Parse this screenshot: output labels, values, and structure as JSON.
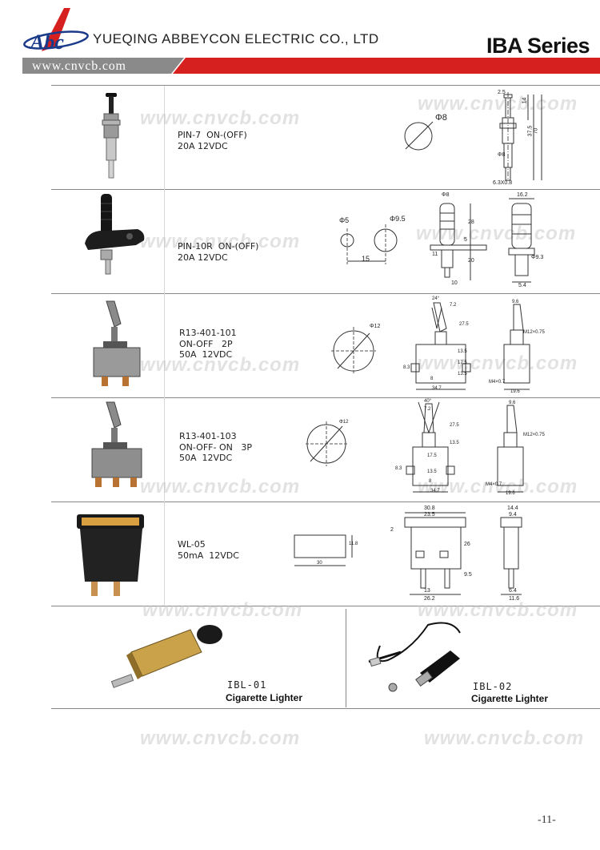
{
  "header": {
    "company": "YUEQING ABBEYCON ELECTRIC CO., LTD",
    "series": "IBA Series",
    "website": "www.cnvcb.com",
    "logo_text": "Abc",
    "colors": {
      "accent_red": "#d62020",
      "bar_gray": "#8a8a8a",
      "logo_blue": "#1a3a8a"
    }
  },
  "products": [
    {
      "spec": "PIN-7  ON-(OFF)\n20A 12VDC"
    },
    {
      "spec": "PIN-10R  ON-(OFF)\n20A 12VDC"
    },
    {
      "spec": "R13-401-101\nON-OFF   2P\n50A  12VDC"
    },
    {
      "spec": "R13-401-103\nON-OFF- ON   3P\n50A  12VDC"
    },
    {
      "spec": "WL-05\n50mA  12VDC"
    }
  ],
  "lighters": [
    {
      "model": "IBL-01",
      "name": "Cigarette Lighter"
    },
    {
      "model": "IBL-02",
      "name": "Cigarette Lighter"
    }
  ],
  "watermark": "www.cnvcb.com",
  "page_number": "-11-",
  "dims": {
    "pin7": {
      "phi_face": "Φ8",
      "top": "2.5",
      "d1": "14",
      "d2": "37.5",
      "d3": "70",
      "phi_shaft": "Φ8",
      "term": "6.3X0.8"
    },
    "pin10r": {
      "phi5": "Φ5",
      "phi95": "Φ9.5",
      "span": "15",
      "phi8": "Φ8",
      "h28": "28",
      "h5": "5",
      "h11": "11",
      "h20": "20",
      "w10": "10",
      "w162": "16.2",
      "phi93": "Φ9.3",
      "w54": "5.4"
    },
    "r13_101": {
      "phi": "Φ12",
      "angle": "24°",
      "d72": "7.2",
      "d275": "27.5",
      "w96": "9.6",
      "m12": "M12×0.75",
      "d135": "13.5",
      "d175": "17.5",
      "d135b": "13.5",
      "d83": "8.3",
      "d8": "8",
      "w347": "34.7",
      "m4": "M4×0.7",
      "w196": "19.6"
    },
    "r13_103": {
      "phi": "Φ12",
      "angle": "40°",
      "d72": "7.2",
      "d275": "27.5",
      "w96": "9.6",
      "m12": "M12×0.75",
      "d135": "13.5",
      "d175": "17.5",
      "d135b": "13.5",
      "d83": "8.3",
      "d8": "8",
      "w347": "34.7",
      "m4": "M4×0.7",
      "w196": "19.6"
    },
    "wl05": {
      "h118": "11.8",
      "w30": "30",
      "w308": "30.8",
      "w235": "23.5",
      "d2": "2",
      "h26": "26",
      "h95": "9.5",
      "w13": "13",
      "w262": "26.2",
      "w144": "14.4",
      "w94": "9.4",
      "w64": "6.4",
      "w116": "11.6"
    }
  }
}
